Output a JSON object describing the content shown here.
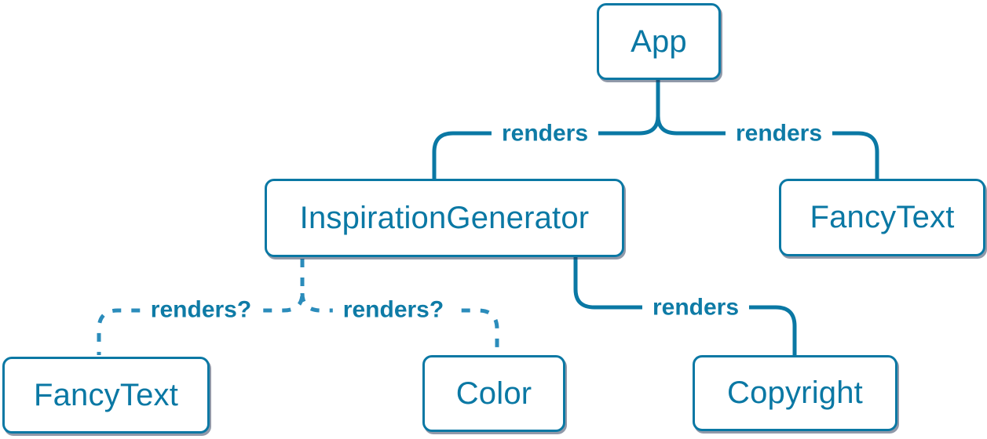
{
  "colors": {
    "stroke": "#0A78A4",
    "dashedStroke": "#2B8CBB",
    "nodeBorder": "#0A78A4",
    "nodeText": "#0A78A4",
    "labelText": "#0E7BA6",
    "nodeFill": "#FFFFFF",
    "bg": "#FFFFFF"
  },
  "nodes": [
    {
      "id": "app",
      "label": "App"
    },
    {
      "id": "inspiration-generator",
      "label": "InspirationGenerator"
    },
    {
      "id": "fancy-text-top",
      "label": "FancyText"
    },
    {
      "id": "fancy-text-bottom",
      "label": "FancyText"
    },
    {
      "id": "color",
      "label": "Color"
    },
    {
      "id": "copyright",
      "label": "Copyright"
    }
  ],
  "edges": [
    {
      "from": "App",
      "to": "InspirationGenerator",
      "label": "renders",
      "style": "solid"
    },
    {
      "from": "App",
      "to": "FancyText",
      "label": "renders",
      "style": "solid"
    },
    {
      "from": "InspirationGenerator",
      "to": "FancyText",
      "label": "renders?",
      "style": "dashed"
    },
    {
      "from": "InspirationGenerator",
      "to": "Color",
      "label": "renders?",
      "style": "dashed"
    },
    {
      "from": "InspirationGenerator",
      "to": "Copyright",
      "label": "renders",
      "style": "solid"
    }
  ]
}
